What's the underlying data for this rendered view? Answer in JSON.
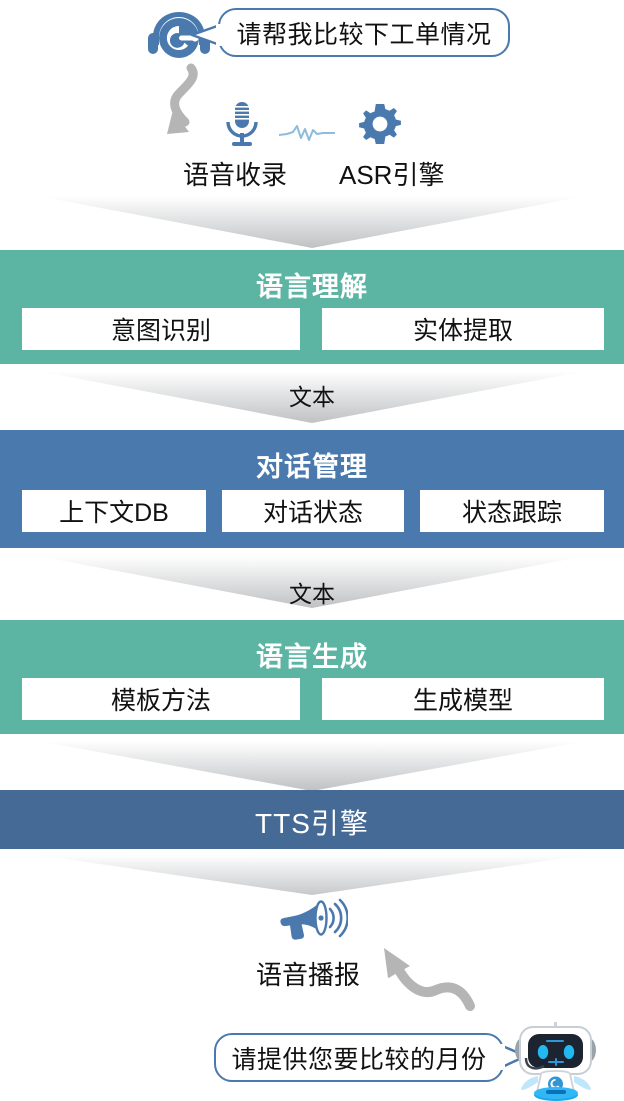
{
  "diagram": {
    "title_semantic": "voice-assistant-pipeline",
    "user_bubble": {
      "text": "请帮我比较下工单情况",
      "border_color": "#4a79ad"
    },
    "bot_bubble": {
      "text": "请提供您要比较的月份",
      "border_color": "#4a79ad"
    },
    "input_icons": {
      "headset": "headset-agent-icon",
      "curved_arrow": "curved-down-arrow-icon",
      "microphone": "microphone-icon",
      "waveform": "audio-waveform-icon",
      "gear": "gear-icon",
      "mic_label": "语音收录",
      "asr_label": "ASR引擎"
    },
    "output_icons": {
      "megaphone": "megaphone-icon",
      "curved_arrow": "curved-up-arrow-icon",
      "robot": "robot-mascot-icon",
      "broadcast_label": "语音播报"
    },
    "stages": [
      {
        "id": "nlu",
        "title": "语言理解",
        "color": "#5bb5a2",
        "items": [
          "意图识别",
          "实体提取"
        ]
      },
      {
        "id": "dm",
        "title": "对话管理",
        "color": "#4a79ad",
        "items": [
          "上下文DB",
          "对话状态",
          "状态跟踪"
        ]
      },
      {
        "id": "nlg",
        "title": "语言生成",
        "color": "#5bb5a2",
        "items": [
          "模板方法",
          "生成模型"
        ]
      },
      {
        "id": "tts",
        "title": "TTS引擎",
        "color": "#456a96",
        "items": []
      }
    ],
    "connectors": [
      {
        "id": "asr-to-nlu",
        "label": ""
      },
      {
        "id": "nlu-to-dm",
        "label": "文本"
      },
      {
        "id": "dm-to-nlg",
        "label": "文本"
      },
      {
        "id": "nlg-to-tts",
        "label": ""
      },
      {
        "id": "tts-to-output",
        "label": ""
      }
    ]
  }
}
